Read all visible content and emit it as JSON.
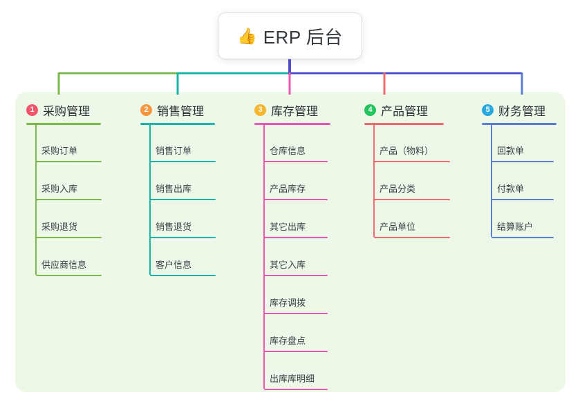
{
  "diagram": {
    "type": "mindmap-tree",
    "background": "#ffffff",
    "panel_color": "#eef8e9",
    "root": {
      "icon": "thumbs-up-emoji",
      "emoji": "👍",
      "title": "ERP 后台",
      "stem_color": "#4f51c9"
    },
    "bus_color_left": "#7cb84b",
    "bus_color_mid": "#18b6a6",
    "bus_color_right": "#4f51c9",
    "branches": [
      {
        "index": "1",
        "label": "采购管理",
        "badge_color": "#f0536a",
        "line_color": "#7cb84b",
        "items": [
          "采购订单",
          "采购入库",
          "采购退货",
          "供应商信息"
        ]
      },
      {
        "index": "2",
        "label": "销售管理",
        "badge_color": "#f8973b",
        "line_color": "#18b6a6",
        "items": [
          "销售订单",
          "销售出库",
          "销售退货",
          "客户信息"
        ]
      },
      {
        "index": "3",
        "label": "库存管理",
        "badge_color": "#f5b battery",
        "line_color": "#e857b0",
        "items": [
          "仓库信息",
          "产品库存",
          "其它出库",
          "其它入库",
          "库存调拨",
          "库存盘点",
          "出库库明细"
        ]
      },
      {
        "index": "4",
        "label": "产品管理",
        "badge_color": "#22c55e",
        "line_color": "#f4696e",
        "items": [
          "产品（物料）",
          "产品分类",
          "产品单位"
        ]
      },
      {
        "index": "5",
        "label": "财务管理",
        "badge_color": "#2aa9e0",
        "line_color": "#5b7fd4",
        "items": [
          "回款单",
          "付款单",
          "结算账户"
        ]
      }
    ]
  }
}
